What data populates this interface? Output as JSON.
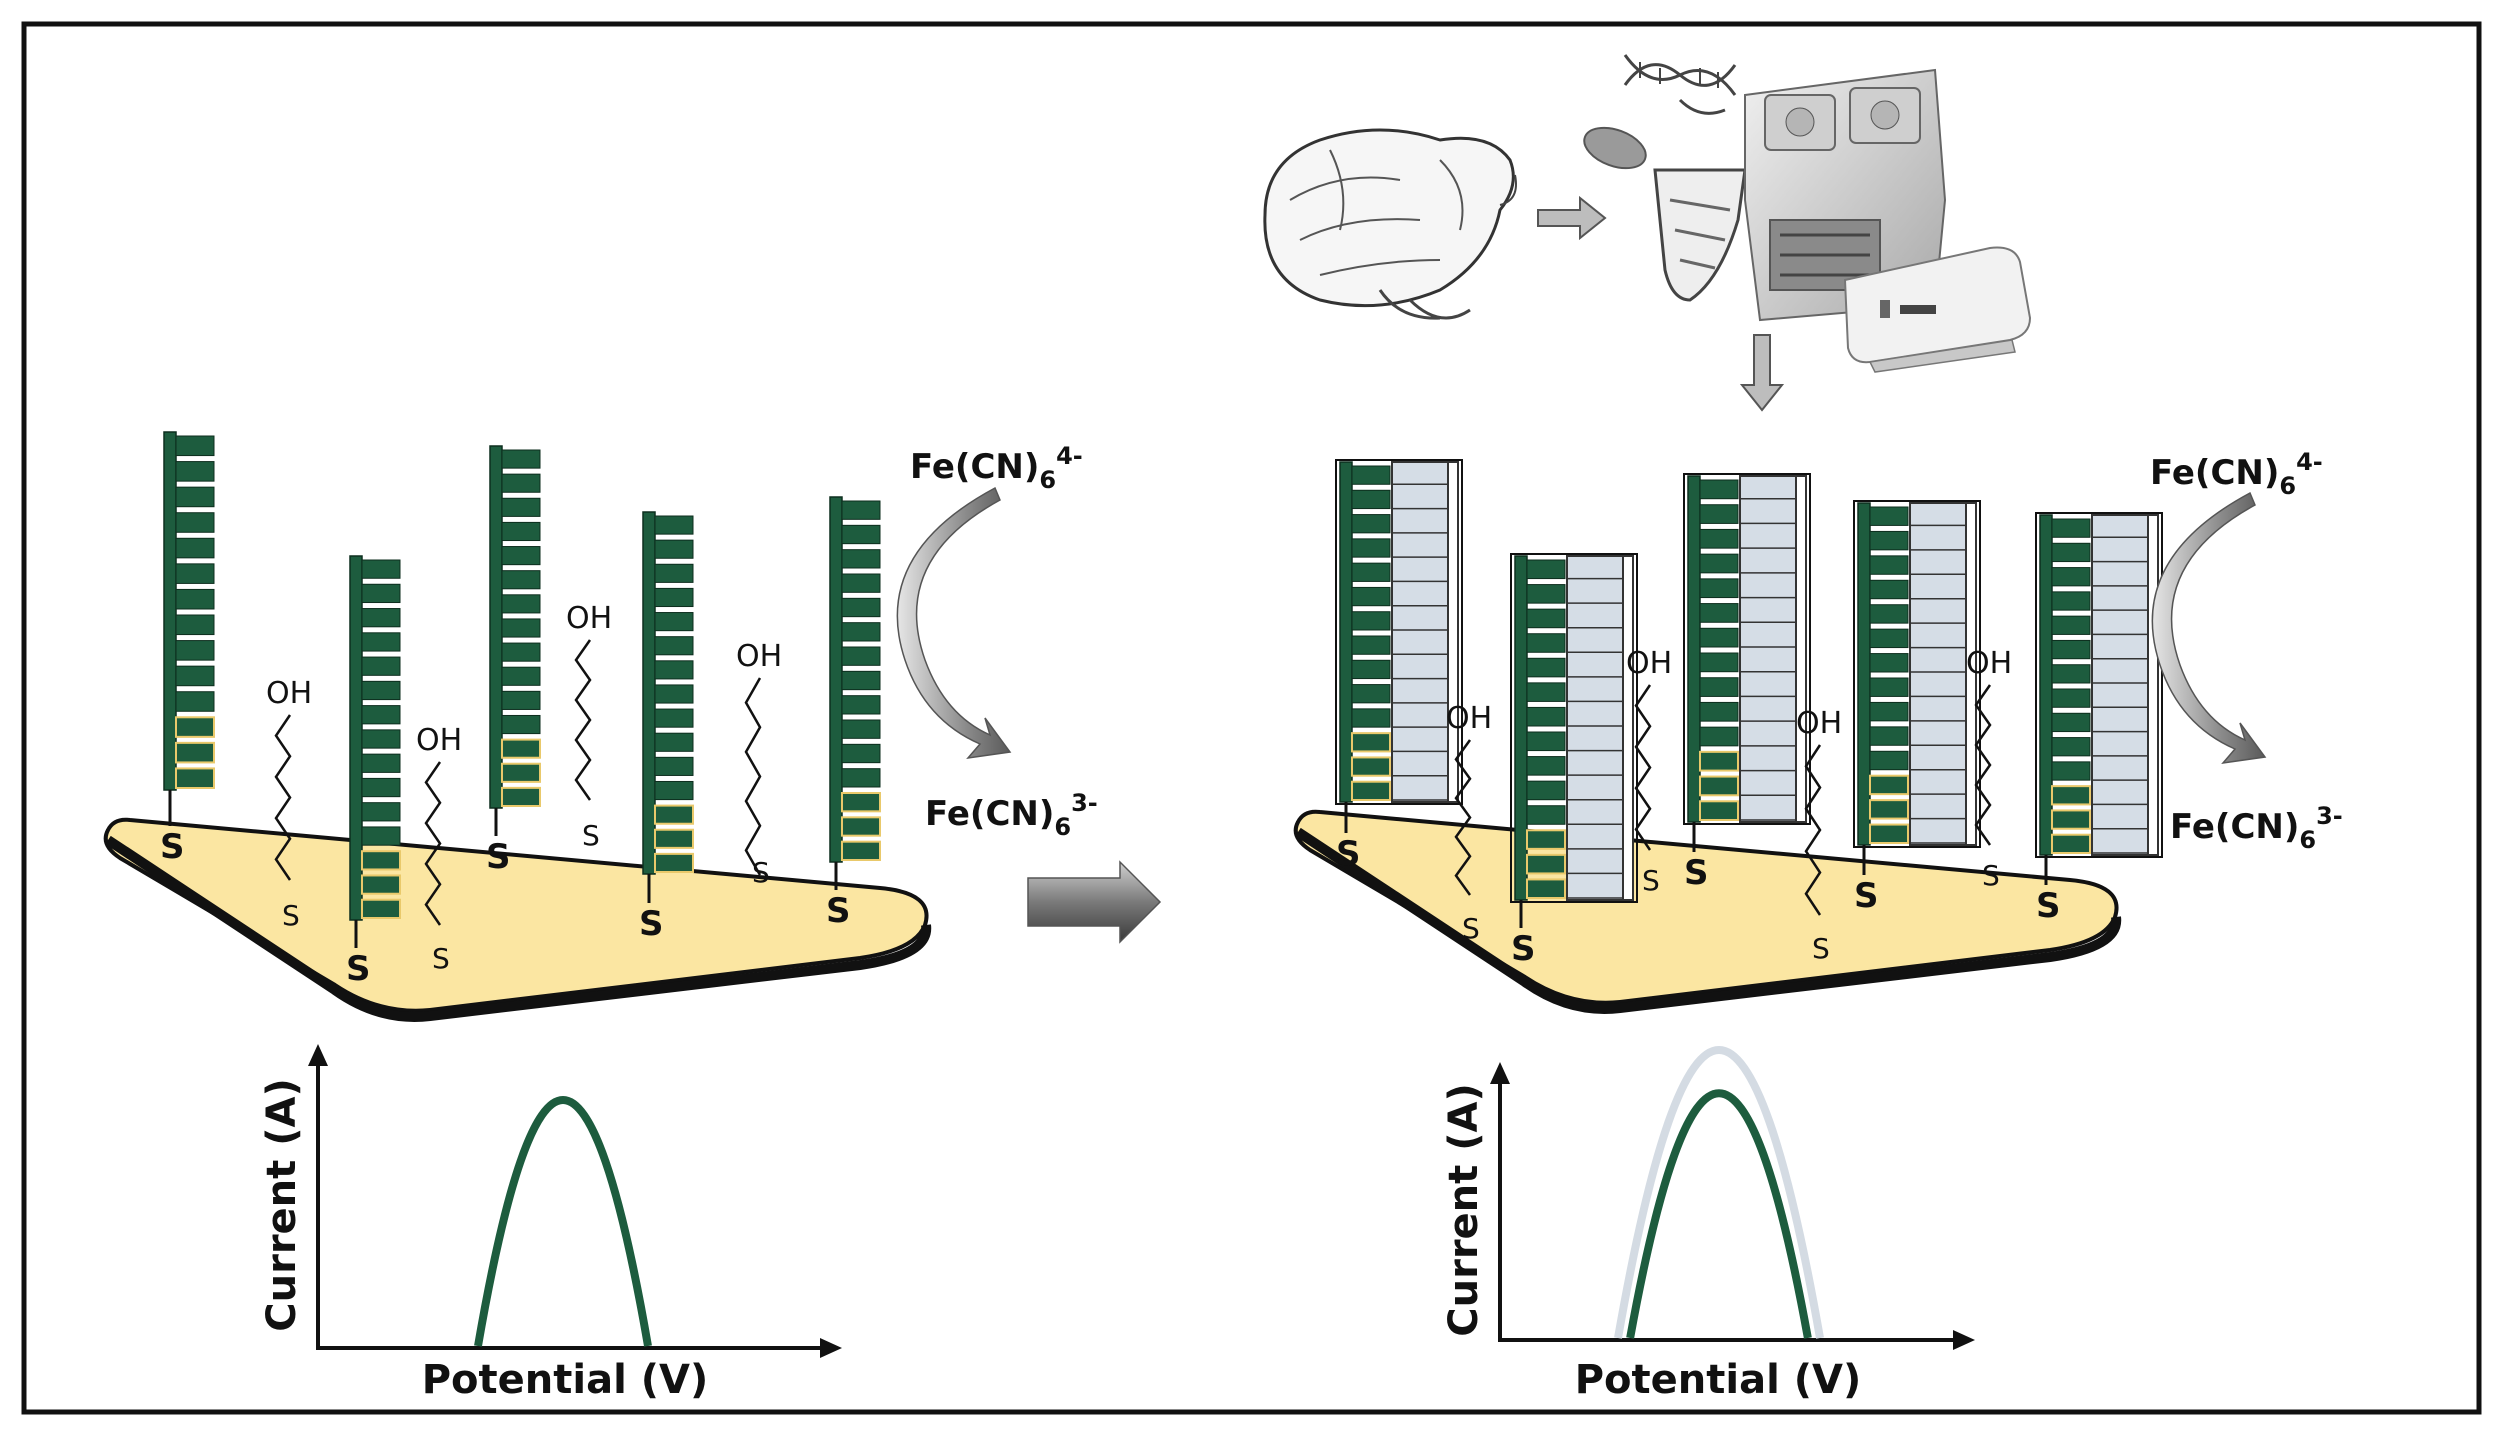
{
  "colors": {
    "probe_green": "#1d5c3e",
    "gold_surface": "#fbe6a2",
    "target_strand": "#d5dde6",
    "arrow_grey": "#8a8a8a",
    "frame": "#111111",
    "curve_light": "#d4dbe3"
  },
  "left_panel": {
    "redox_top": {
      "base": "Fe(CN)",
      "sub": "6",
      "sup": "4-"
    },
    "redox_bottom": {
      "base": "Fe(CN)",
      "sub": "6",
      "sup": "3-"
    },
    "thiol_label": "S",
    "hydroxyl_label": "OH",
    "graph": {
      "ylabel": "Current (A)",
      "xlabel": "Potential (V)"
    }
  },
  "right_panel": {
    "redox_top": {
      "base": "Fe(CN)",
      "sub": "6",
      "sup": "4-"
    },
    "redox_bottom": {
      "base": "Fe(CN)",
      "sub": "6",
      "sup": "3-"
    },
    "thiol_label": "S",
    "hydroxyl_label": "OH",
    "graph": {
      "ylabel": "Current (A)",
      "xlabel": "Potential (V)"
    }
  },
  "workflow_icons": [
    "chicken-icon",
    "dna-helix-icon",
    "sample-tube-icon",
    "pcr-machine-icon",
    "sequencer-device-icon"
  ],
  "chart_data": [
    {
      "type": "line",
      "title": "",
      "xlabel": "Potential (V)",
      "ylabel": "Current (A)",
      "series": [
        {
          "values": [
            0,
            0.6,
            1.0,
            0.6,
            0
          ]
        }
      ]
    },
    {
      "type": "line",
      "title": "",
      "xlabel": "Potential (V)",
      "ylabel": "Current (A)",
      "series": [
        {
          "values": [
            0,
            0.75,
            1.0,
            0.75,
            0
          ]
        },
        {
          "values": [
            0,
            0.6,
            0.85,
            0.6,
            0
          ]
        }
      ]
    }
  ]
}
